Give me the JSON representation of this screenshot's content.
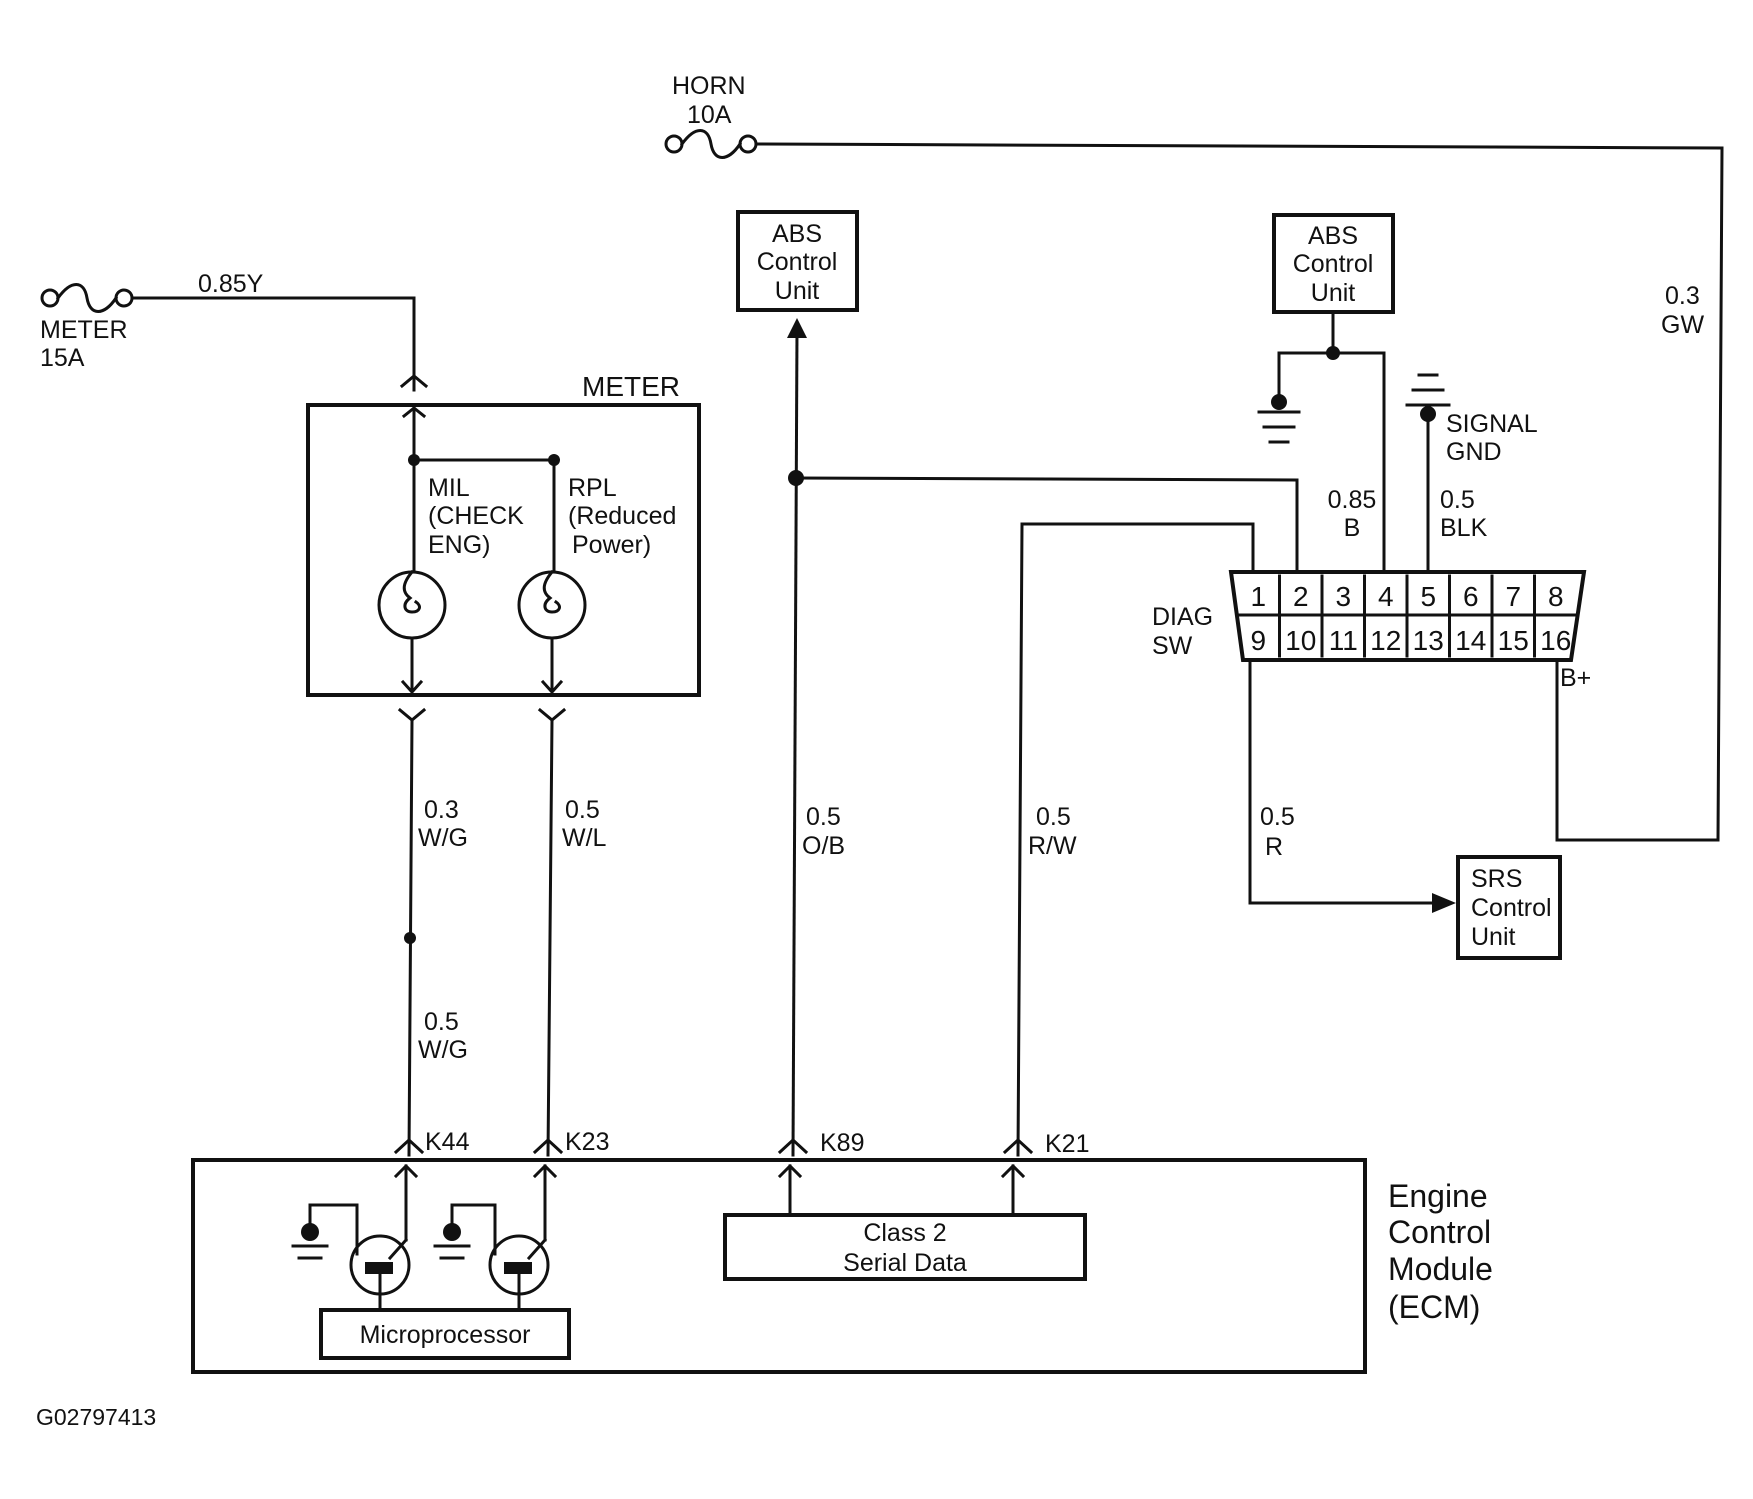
{
  "fuses": {
    "horn": {
      "name": "HORN",
      "rating": "10A"
    },
    "meter": {
      "name": "METER",
      "rating": "15A"
    }
  },
  "modules": {
    "meter": {
      "title": "METER",
      "mil": {
        "line1": "MIL",
        "line2": "(CHECK",
        "line3": "ENG)"
      },
      "rpl": {
        "line1": "RPL",
        "line2": "(Reduced",
        "line3": "Power)"
      }
    },
    "abs_left": {
      "line1": "ABS",
      "line2": "Control",
      "line3": "Unit"
    },
    "abs_right": {
      "line1": "ABS",
      "line2": "Control",
      "line3": "Unit"
    },
    "srs": {
      "line1": "SRS",
      "line2": "Control",
      "line3": "Unit"
    },
    "ecm": {
      "line1": "Engine",
      "line2": "Control",
      "line3": "Module",
      "line4": "(ECM)",
      "microprocessor": "Microprocessor",
      "class2": {
        "line1": "Class 2",
        "line2": "Serial Data"
      }
    },
    "diag": {
      "label_line1": "DIAG",
      "label_line2": "SW",
      "top_pins": [
        "1",
        "2",
        "3",
        "4",
        "5",
        "6",
        "7",
        "8"
      ],
      "bottom_pins": [
        "9",
        "10",
        "11",
        "12",
        "13",
        "14",
        "15",
        "16"
      ],
      "b_plus": "B+"
    }
  },
  "ground_labels": {
    "signal_line1": "SIGNAL",
    "signal_line2": "GND"
  },
  "wires": {
    "meter_feed": "0.85Y",
    "horn_feed": {
      "gauge": "0.3",
      "color": "GW"
    },
    "abs_right_feed": {
      "gauge": "0.85",
      "color": "B"
    },
    "signal_gnd": {
      "gauge": "0.5",
      "color": "BLK"
    },
    "mil_upper": {
      "gauge": "0.3",
      "color": "W/G"
    },
    "mil_lower": {
      "gauge": "0.5",
      "color": "W/G"
    },
    "rpl": {
      "gauge": "0.5",
      "color": "W/L"
    },
    "abs_data": {
      "gauge": "0.5",
      "color": "O/B"
    },
    "k21": {
      "gauge": "0.5",
      "color": "R/W"
    },
    "srs": {
      "gauge": "0.5",
      "color": "R"
    }
  },
  "terminals": {
    "k44": "K44",
    "k23": "K23",
    "k89": "K89",
    "k21": "K21"
  },
  "figure_id": "G02797413"
}
